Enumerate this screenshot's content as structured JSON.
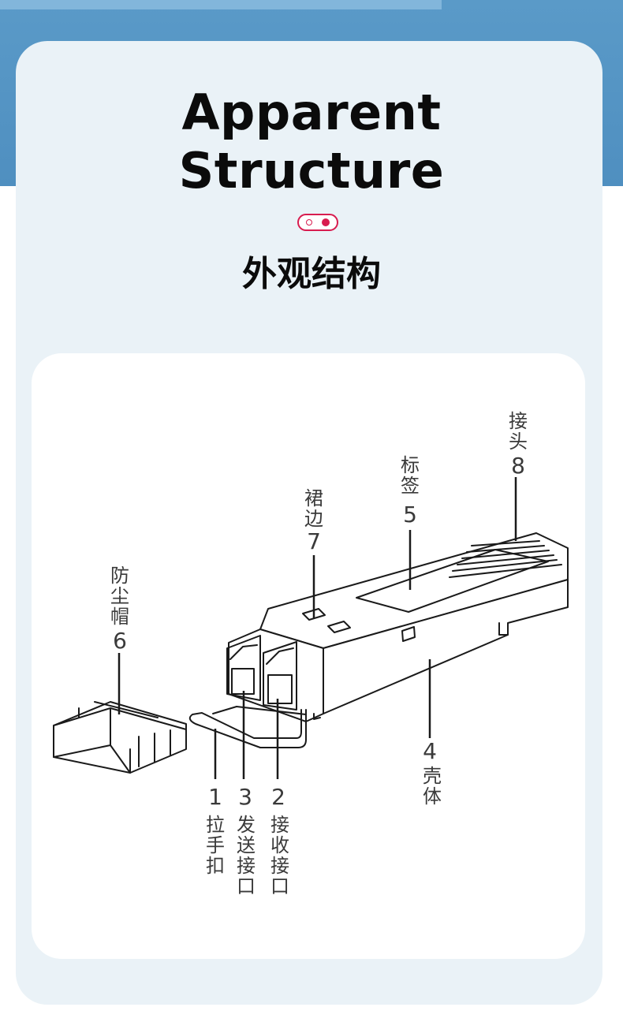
{
  "header": {
    "title_line1": "Apparent",
    "title_line2": "Structure",
    "subtitle": "外观结构"
  },
  "colors": {
    "banner": "#5393c3",
    "card": "#eaf2f7",
    "accent": "#d81c4f",
    "text": "#0b0b0b"
  },
  "diagram": {
    "labels": [
      {
        "id": "pull-tab",
        "number": "1",
        "chars": [
          "拉",
          "手",
          "扣"
        ]
      },
      {
        "id": "receive-port",
        "number": "2",
        "chars": [
          "接",
          "收",
          "接",
          "口"
        ]
      },
      {
        "id": "transmit-port",
        "number": "3",
        "chars": [
          "发",
          "送",
          "接",
          "口"
        ]
      },
      {
        "id": "shell",
        "number": "4",
        "chars": [
          "壳",
          "体"
        ]
      },
      {
        "id": "label",
        "number": "5",
        "chars": [
          "标",
          "签"
        ]
      },
      {
        "id": "dust-cap",
        "number": "6",
        "chars": [
          "防",
          "尘",
          "帽"
        ]
      },
      {
        "id": "skirt",
        "number": "7",
        "chars": [
          "裙",
          "边"
        ]
      },
      {
        "id": "connector",
        "number": "8",
        "chars": [
          "接",
          "头"
        ]
      }
    ]
  }
}
